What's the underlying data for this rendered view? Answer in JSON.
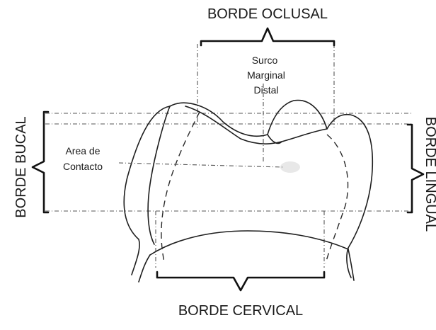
{
  "diagram": {
    "labels": {
      "borde_oclusal": "BORDE OCLUSAL",
      "borde_cervical": "BORDE CERVICAL",
      "borde_bucal": "BORDE BUCAL",
      "borde_lingual": "BORDE LINGUAL",
      "surco_line1": "Surco",
      "surco_line2": "Marginal",
      "surco_line3": "Distal",
      "area_line1": "Area de",
      "area_line2": "Contacto"
    }
  }
}
